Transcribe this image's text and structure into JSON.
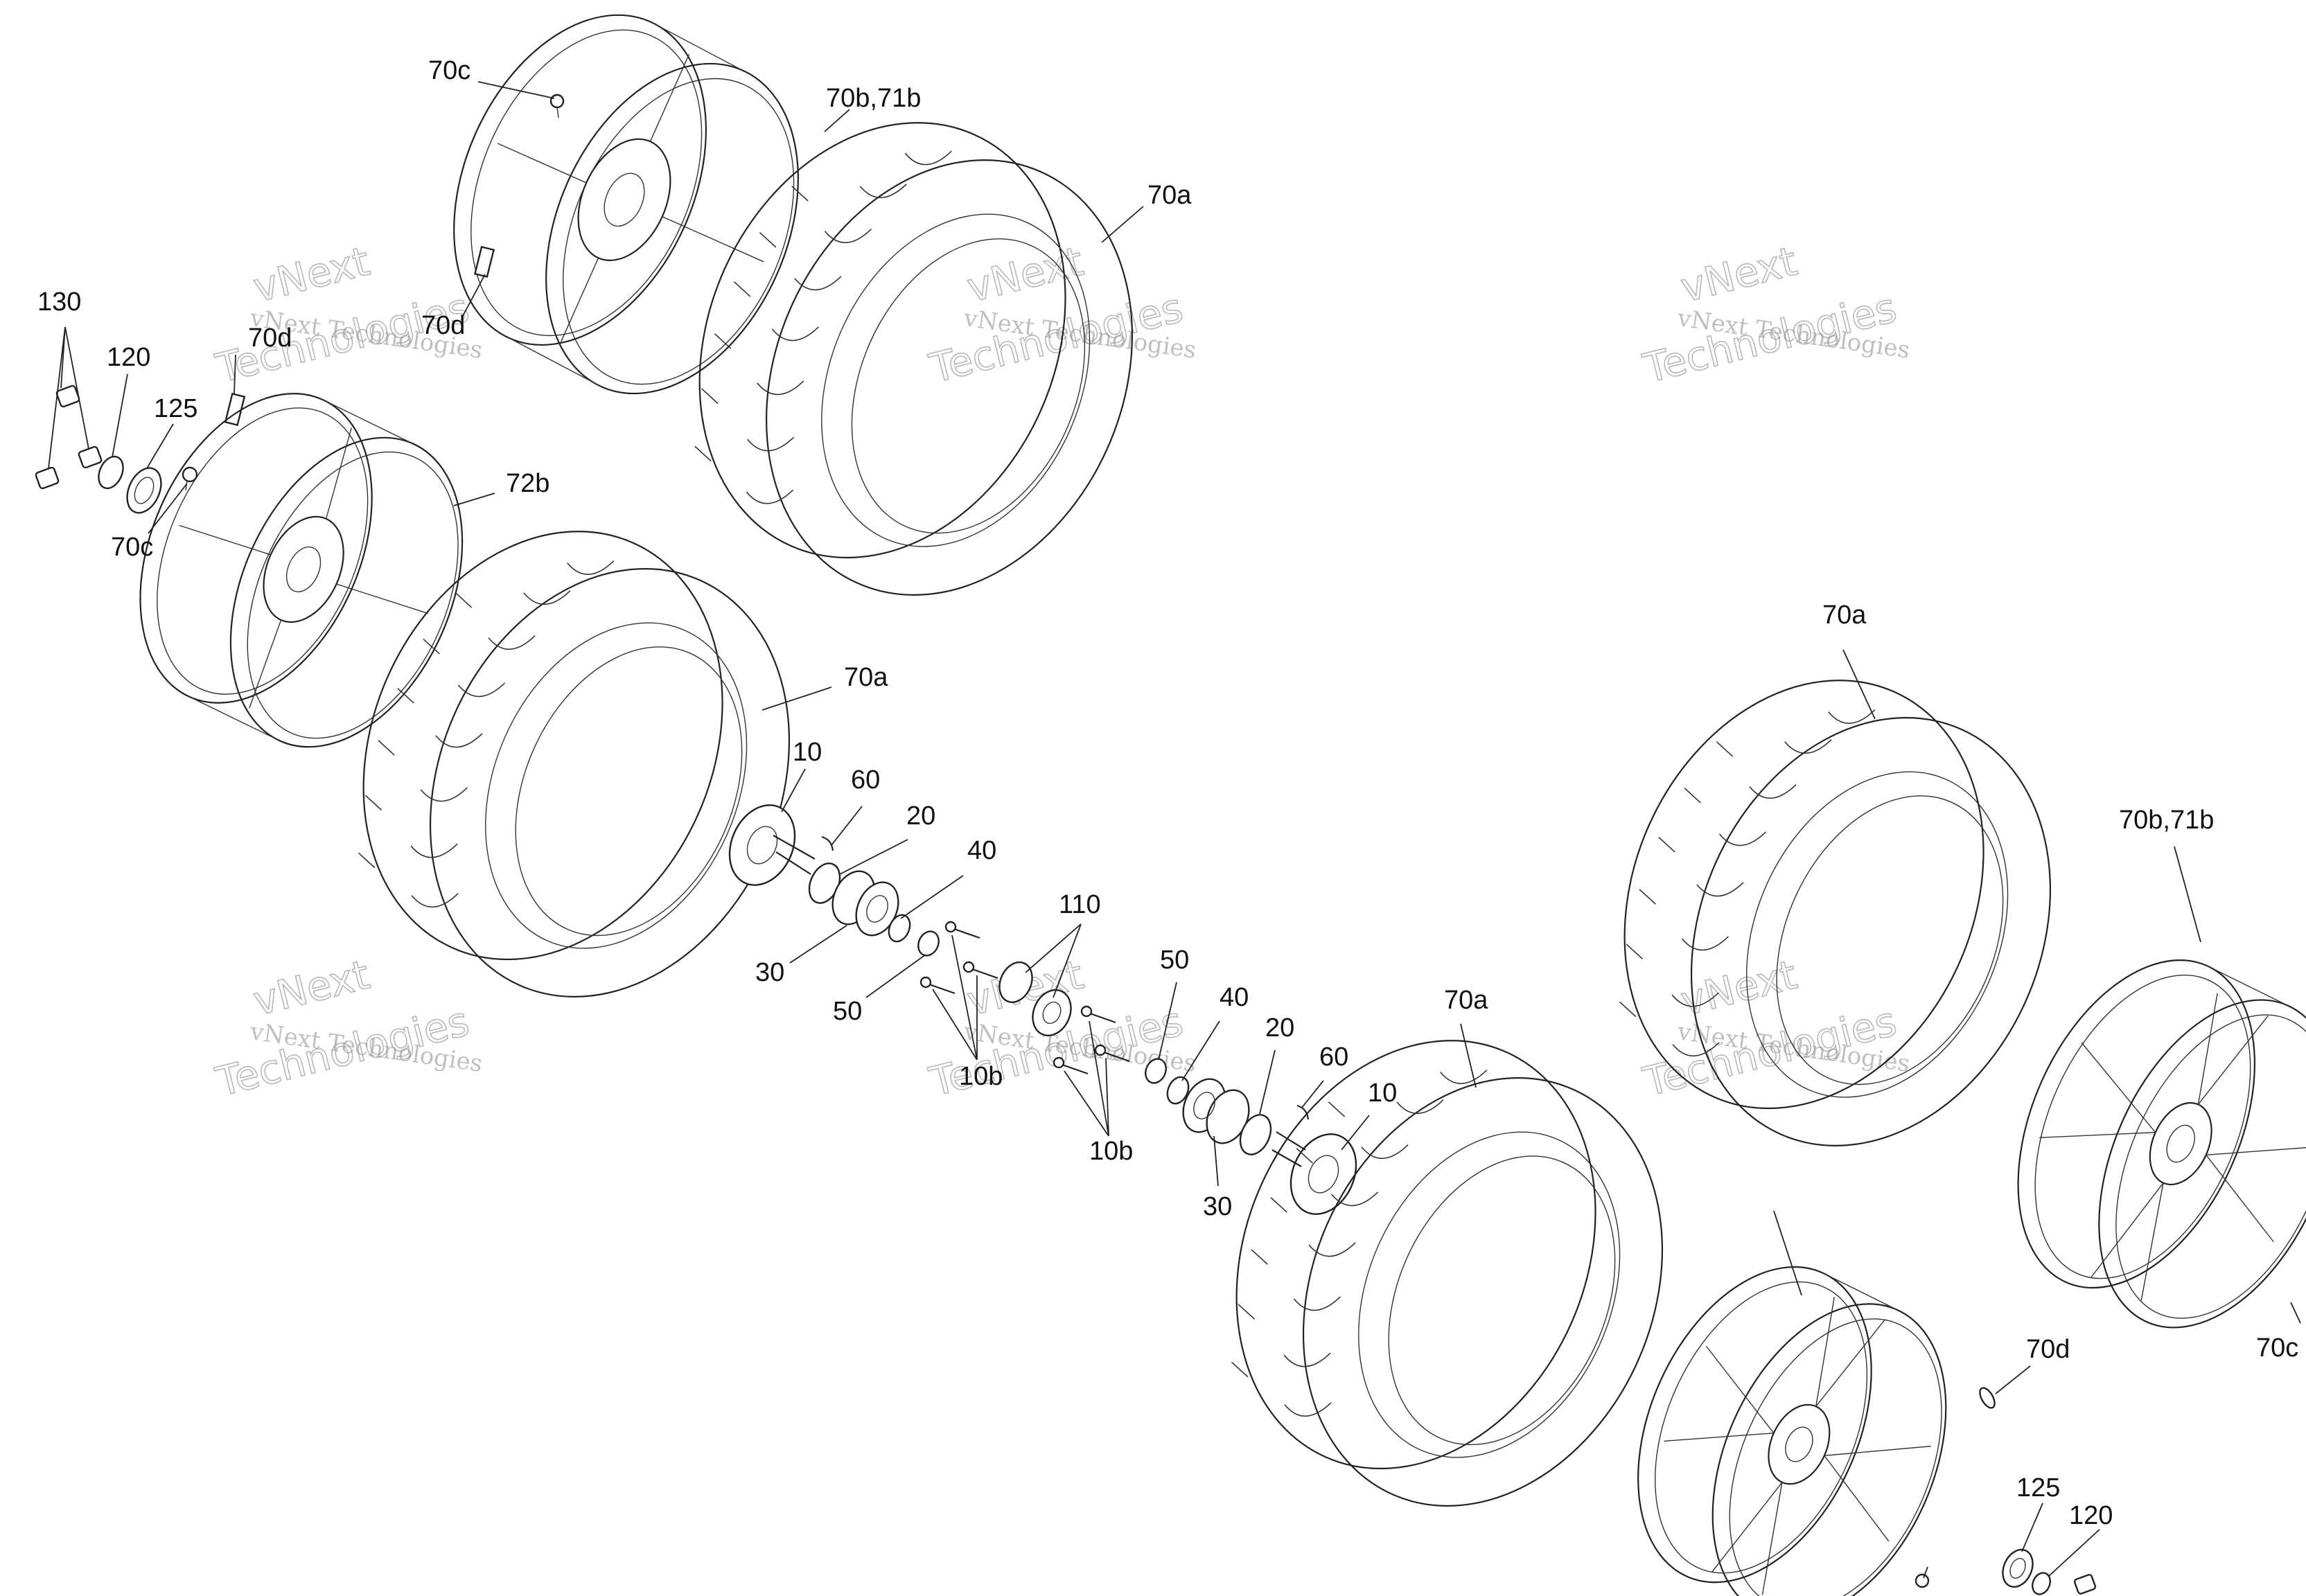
{
  "watermark": {
    "line1": "vNext",
    "line2": "Technologies",
    "small": "vNext Technologies"
  },
  "callouts": [
    {
      "id": "c1",
      "text": "70c"
    },
    {
      "id": "c2",
      "text": "70b,71b"
    },
    {
      "id": "c3",
      "text": "70a"
    },
    {
      "id": "c4",
      "text": "70d"
    },
    {
      "id": "c5",
      "text": "130"
    },
    {
      "id": "c6",
      "text": "120"
    },
    {
      "id": "c7",
      "text": "70d"
    },
    {
      "id": "c8",
      "text": "125"
    },
    {
      "id": "c9",
      "text": "72b"
    },
    {
      "id": "c10",
      "text": "70c"
    },
    {
      "id": "c11",
      "text": "70a"
    },
    {
      "id": "c12",
      "text": "10"
    },
    {
      "id": "c13",
      "text": "60"
    },
    {
      "id": "c14",
      "text": "20"
    },
    {
      "id": "c15",
      "text": "40"
    },
    {
      "id": "c16",
      "text": "30"
    },
    {
      "id": "c17",
      "text": "50"
    },
    {
      "id": "c18",
      "text": "110"
    },
    {
      "id": "c19",
      "text": "10b"
    },
    {
      "id": "c20",
      "text": "50"
    },
    {
      "id": "c21",
      "text": "40"
    },
    {
      "id": "c22",
      "text": "20"
    },
    {
      "id": "c23",
      "text": "60"
    },
    {
      "id": "c24",
      "text": "10"
    },
    {
      "id": "c25",
      "text": "10b"
    },
    {
      "id": "c26",
      "text": "30"
    },
    {
      "id": "c27",
      "text": "70a"
    },
    {
      "id": "c28",
      "text": "70a"
    },
    {
      "id": "c29",
      "text": "70b,71b"
    },
    {
      "id": "c30",
      "text": "70c"
    },
    {
      "id": "c31",
      "text": "70d"
    },
    {
      "id": "c32",
      "text": "125"
    },
    {
      "id": "c33",
      "text": "120"
    }
  ]
}
